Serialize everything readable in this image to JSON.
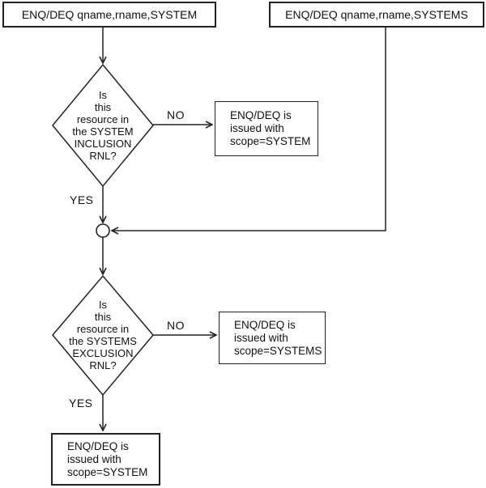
{
  "flowchart": {
    "entry_left": "ENQ/DEQ qname,rname,SYSTEM",
    "entry_right": "ENQ/DEQ qname,rname,SYSTEMS",
    "decision1": "Is\nthis\nresource in\nthe SYSTEM\nINCLUSION\nRNL?",
    "decision2": "Is\nthis\nresource in\nthe SYSTEMS\nEXCLUSION\nRNL?",
    "result_no1": "ENQ/DEQ is\nissued with\nscope=SYSTEM",
    "result_no2": "ENQ/DEQ is\nissued with\nscope=SYSTEMS",
    "result_yes2": "ENQ/DEQ is\nissued with\nscope=SYSTEM",
    "labels": {
      "no1": "NO",
      "yes1": "YES",
      "no2": "NO",
      "yes2": "YES"
    },
    "colors": {
      "line": "#222222",
      "background": "#ffffff",
      "text": "#111111"
    }
  }
}
